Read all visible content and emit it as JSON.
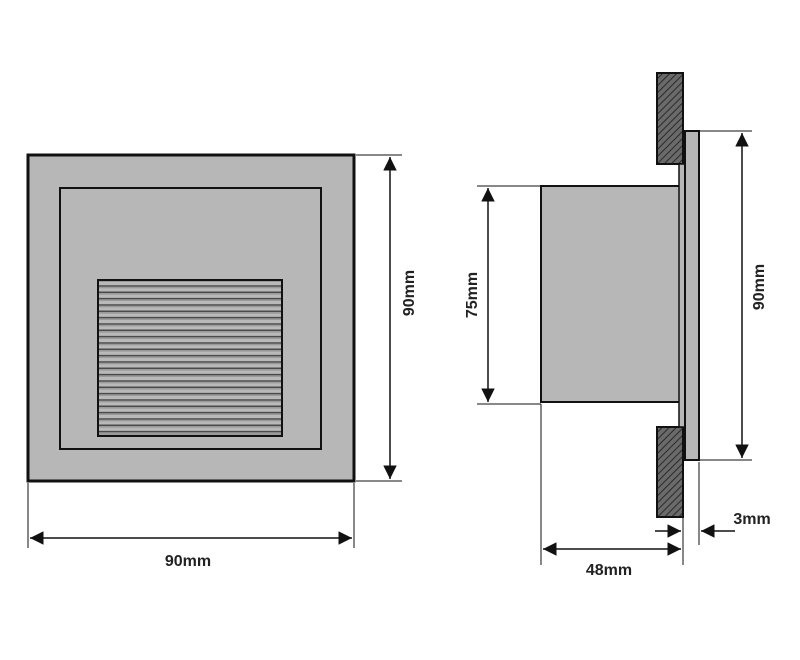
{
  "colors": {
    "panel_fill": "#b7b7b7",
    "outline": "#111111",
    "dim_line": "#111111",
    "wall_hatch": "#444444",
    "background": "#ffffff"
  },
  "front_view": {
    "width_label": "90mm",
    "height_label": "90mm",
    "louver_slat_count": 24
  },
  "side_view": {
    "body_height_label": "75mm",
    "plate_height_label": "90mm",
    "depth_label": "48mm",
    "plate_thickness_label": "3mm"
  }
}
